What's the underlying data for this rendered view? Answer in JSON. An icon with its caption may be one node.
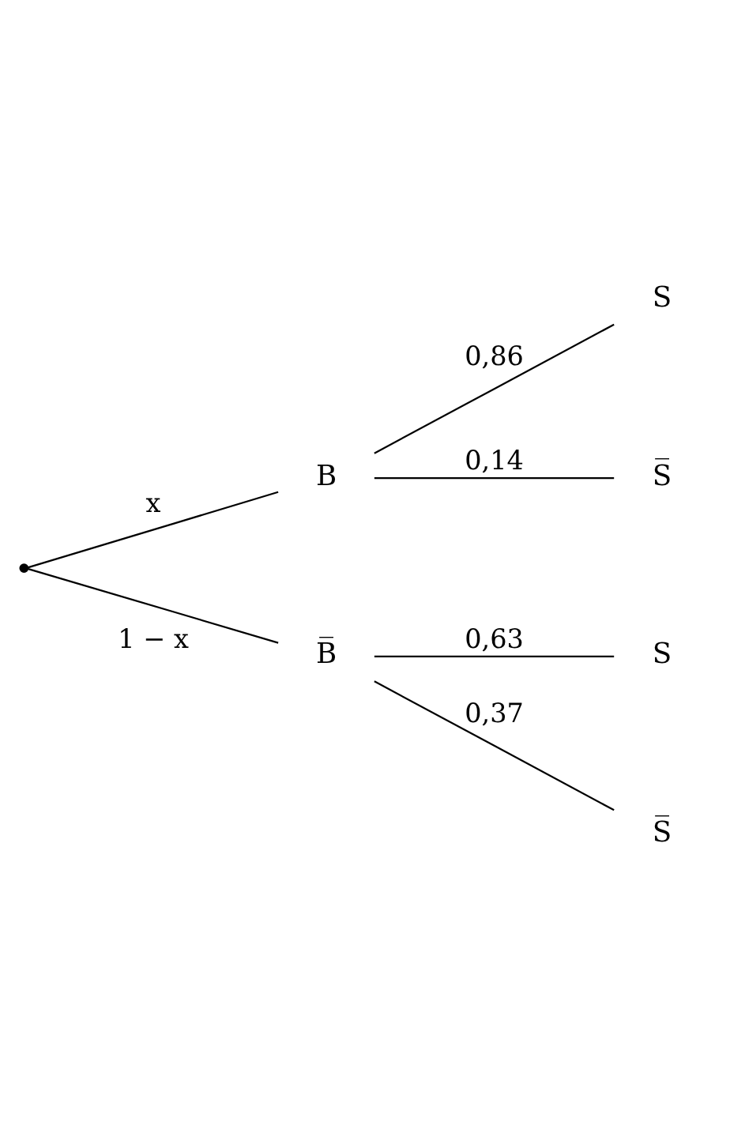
{
  "diagram": {
    "nodes": [
      {
        "text": [],
        "shape": "point"
      },
      {
        "text": [
          "B"
        ]
      },
      {
        "text": [
          "S"
        ]
      },
      {
        "text": [
          "S̅"
        ]
      },
      {
        "text": [
          "B̅"
        ]
      },
      {
        "text": [
          "S"
        ]
      },
      {
        "text": [
          "S̅"
        ]
      }
    ],
    "edges": [
      {
        "from": 0,
        "to": 1,
        "arrow": "none",
        "label": "x"
      },
      {
        "from": 1,
        "to": 2,
        "arrow": "none",
        "label": "0,86"
      },
      {
        "from": 1,
        "to": 3,
        "arrow": "none",
        "label": "0,14"
      },
      {
        "from": 0,
        "to": 4,
        "arrow": "none",
        "label": "1 − x"
      },
      {
        "from": 4,
        "to": 5,
        "arrow": "none",
        "label": "0,63"
      },
      {
        "from": 4,
        "to": 6,
        "arrow": "none",
        "label": "0,37"
      }
    ]
  }
}
